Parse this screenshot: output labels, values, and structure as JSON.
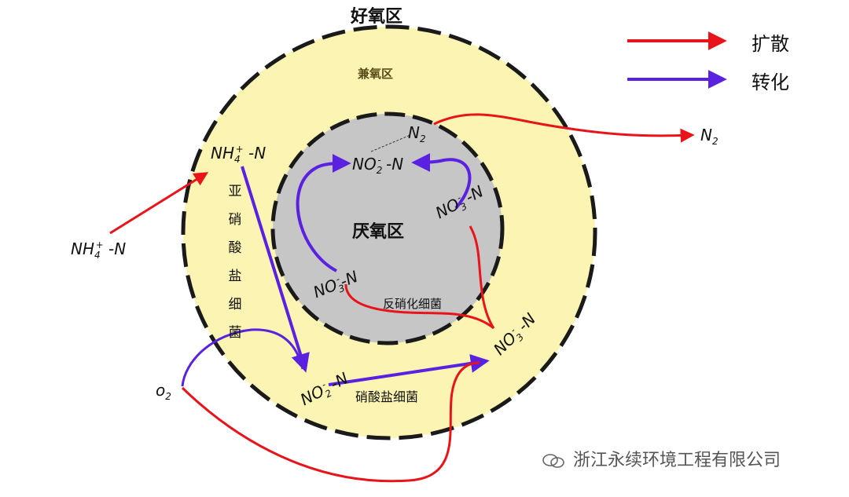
{
  "zones": {
    "aerobic": "好氧区",
    "facultative": "兼氧区",
    "anaerobic": "厌氧区"
  },
  "legend": {
    "diffusion_label": "扩散",
    "transform_label": "转化",
    "diffusion_color": "#e8141a",
    "transform_color": "#5a22e0"
  },
  "species": {
    "nh4_inner": {
      "base": "NH",
      "sub": "4",
      "sup": "+",
      "tail": " -N"
    },
    "nh4_outer": {
      "base": "NH",
      "sub": "4",
      "sup": "+",
      "tail": " -N"
    },
    "no2_top": {
      "base": "NO",
      "sub": "2",
      "sup": "-",
      "tail": " -N"
    },
    "no3_right": {
      "base": "NO",
      "sub": "3",
      "sup": "-",
      "tail": " -N"
    },
    "no3_left": {
      "base": "NO",
      "sub": "3",
      "sup": "-",
      "tail": "-N"
    },
    "no3_outer": {
      "base": "NO",
      "sub": "3",
      "sup": "-",
      "tail": " -N"
    },
    "no2_bottom": {
      "base": "NO",
      "sub": "2",
      "sup": "-",
      "tail": " -N"
    },
    "n2_inner": {
      "base": "N",
      "sub": "2"
    },
    "n2_outer": {
      "base": "N",
      "sub": "2"
    },
    "o2": {
      "base": "o",
      "sub": "2"
    }
  },
  "bacteria": {
    "nitrite_vertical": [
      "亚",
      "硝",
      "酸",
      "盐",
      "细",
      "菌"
    ],
    "nitrate": "硝酸盐细菌",
    "denitrifying": "反硝化细菌"
  },
  "colors": {
    "outer_fill": "#fbf4b2",
    "inner_fill": "#c6c6c6",
    "dash": "#1a1a1a"
  },
  "watermark": "浙江永续环境工程有限公司"
}
